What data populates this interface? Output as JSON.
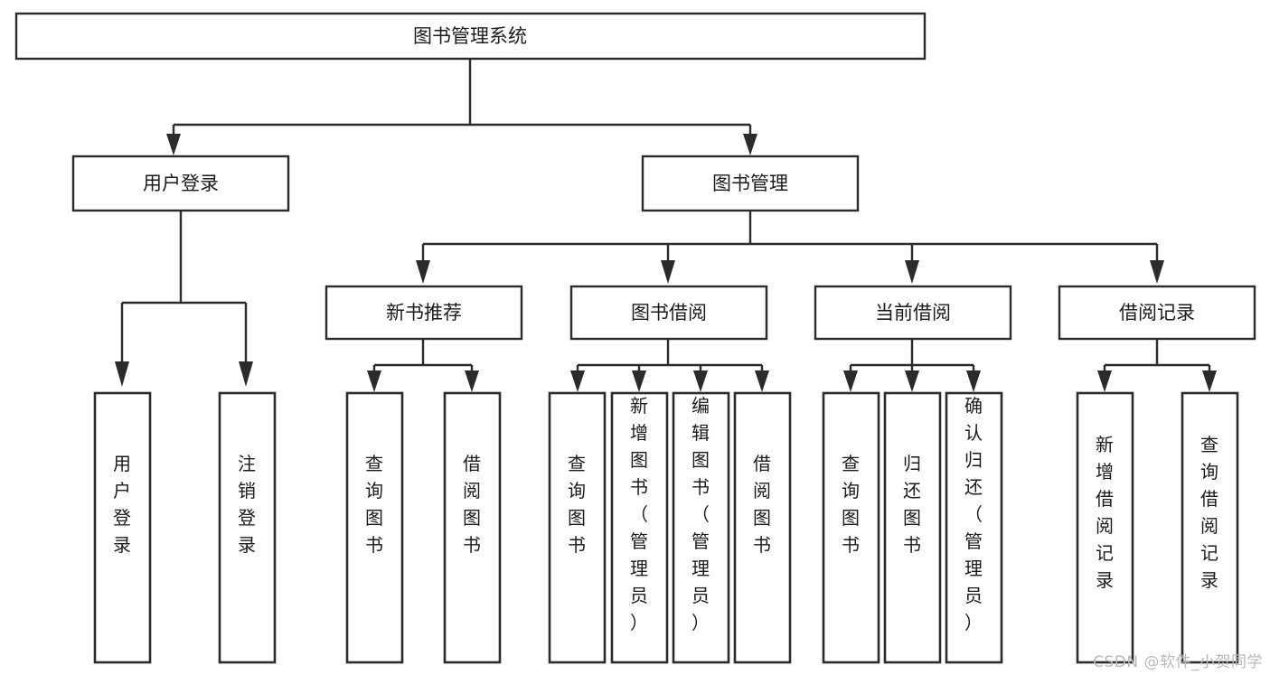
{
  "diagram": {
    "type": "tree",
    "title": "图书管理系统",
    "watermark": "CSDN @软件_小贺同学",
    "colors": {
      "background": "#ffffff",
      "stroke": "#2b2b2b",
      "text": "#1b1b1b",
      "watermark": "#b9b9b9"
    },
    "root": {
      "label": "图书管理系统"
    },
    "level2": [
      {
        "label": "用户登录"
      },
      {
        "label": "图书管理"
      }
    ],
    "level3": [
      {
        "label": "新书推荐"
      },
      {
        "label": "图书借阅"
      },
      {
        "label": "当前借阅"
      },
      {
        "label": "借阅记录"
      }
    ],
    "leaves": {
      "user_login": [
        {
          "label": "用户登录"
        },
        {
          "label": "注销登录"
        }
      ],
      "new_book": [
        {
          "label": "查询图书"
        },
        {
          "label": "借阅图书"
        }
      ],
      "book_borrow": [
        {
          "label": "查询图书"
        },
        {
          "label": "新增图书（管理员）"
        },
        {
          "label": "编辑图书（管理员）"
        },
        {
          "label": "借阅图书"
        }
      ],
      "current_borrow": [
        {
          "label": "查询图书"
        },
        {
          "label": "归还图书"
        },
        {
          "label": "确认归还（管理员）"
        }
      ],
      "borrow_record": [
        {
          "label": "新增借阅记录"
        },
        {
          "label": "查询借阅记录"
        }
      ]
    }
  }
}
